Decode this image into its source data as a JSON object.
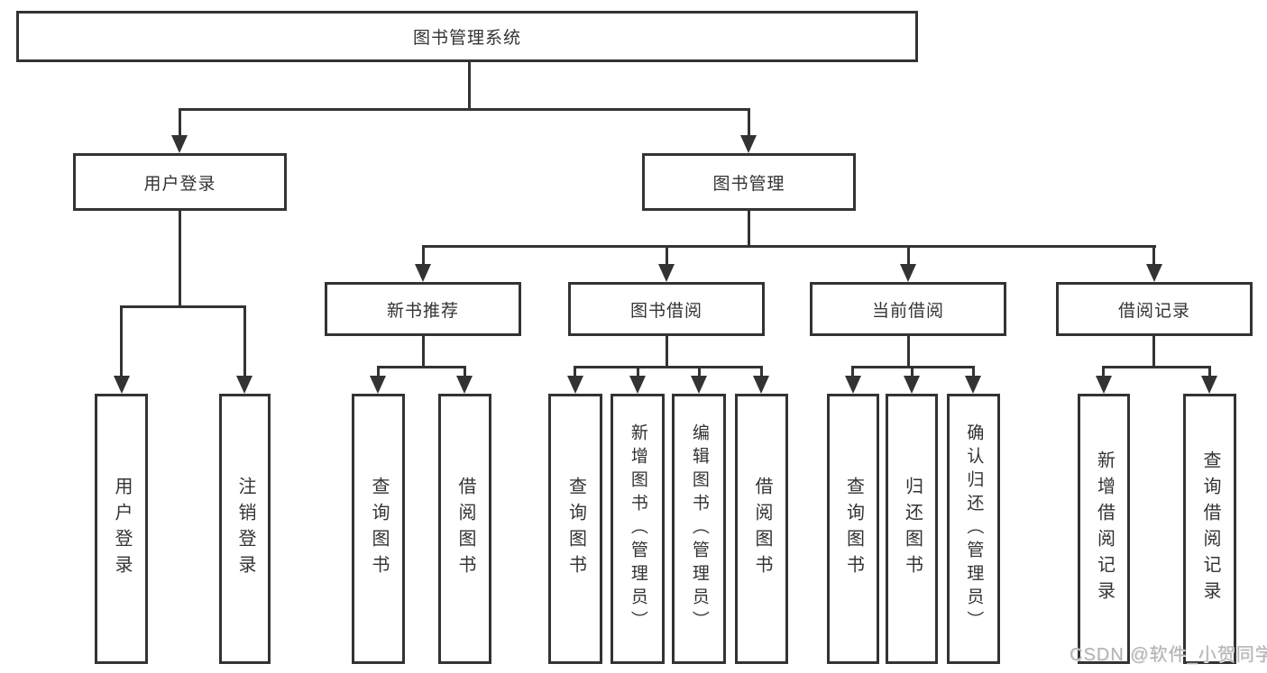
{
  "diagram": {
    "type": "hierarchy-tree",
    "nodes": {
      "root": "图书管理系统",
      "l2": [
        "用户登录",
        "图书管理"
      ],
      "l3": [
        "新书推荐",
        "图书借阅",
        "当前借阅",
        "借阅记录"
      ],
      "leaves_login": [
        "用户登录",
        "注销登录"
      ],
      "leaves_newbook": [
        "查询图书",
        "借阅图书"
      ],
      "leaves_bookborrow": [
        "查询图书",
        "新增图书（管理员）",
        "编辑图书（管理员）",
        "借阅图书"
      ],
      "leaves_current": [
        "查询图书",
        "归还图书",
        "确认归还（管理员）"
      ],
      "leaves_records": [
        "新增借阅记录",
        "查询借阅记录"
      ]
    },
    "hierarchy": {
      "图书管理系统": {
        "用户登录": [
          "用户登录",
          "注销登录"
        ],
        "图书管理": {
          "新书推荐": [
            "查询图书",
            "借阅图书"
          ],
          "图书借阅": [
            "查询图书",
            "新增图书（管理员）",
            "编辑图书（管理员）",
            "借阅图书"
          ],
          "当前借阅": [
            "查询图书",
            "归还图书",
            "确认归还（管理员）"
          ],
          "借阅记录": [
            "新增借阅记录",
            "查询借阅记录"
          ]
        }
      }
    },
    "colors": {
      "line": "#333333",
      "text": "#333333",
      "background": "#ffffff",
      "watermark": "#b3b3b3"
    }
  },
  "watermark": {
    "text": "CSDN @软件_小贺同学"
  }
}
